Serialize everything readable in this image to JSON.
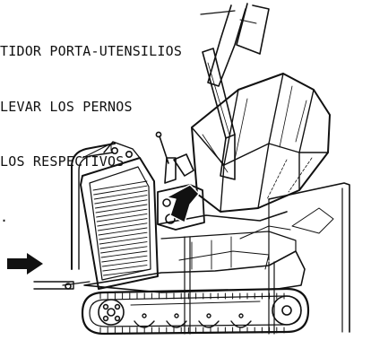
{
  "instruction_text": {
    "lines": [
      "TIDOR PORTA-UTENSILIOS",
      "LEVAR LOS PERNOS",
      "LOS RESPECTIVOS",
      "."
    ]
  },
  "illustration": {
    "subject": "tracked-concrete-mixer-dumper",
    "colors": {
      "line": "#111111",
      "background": "#ffffff"
    }
  }
}
